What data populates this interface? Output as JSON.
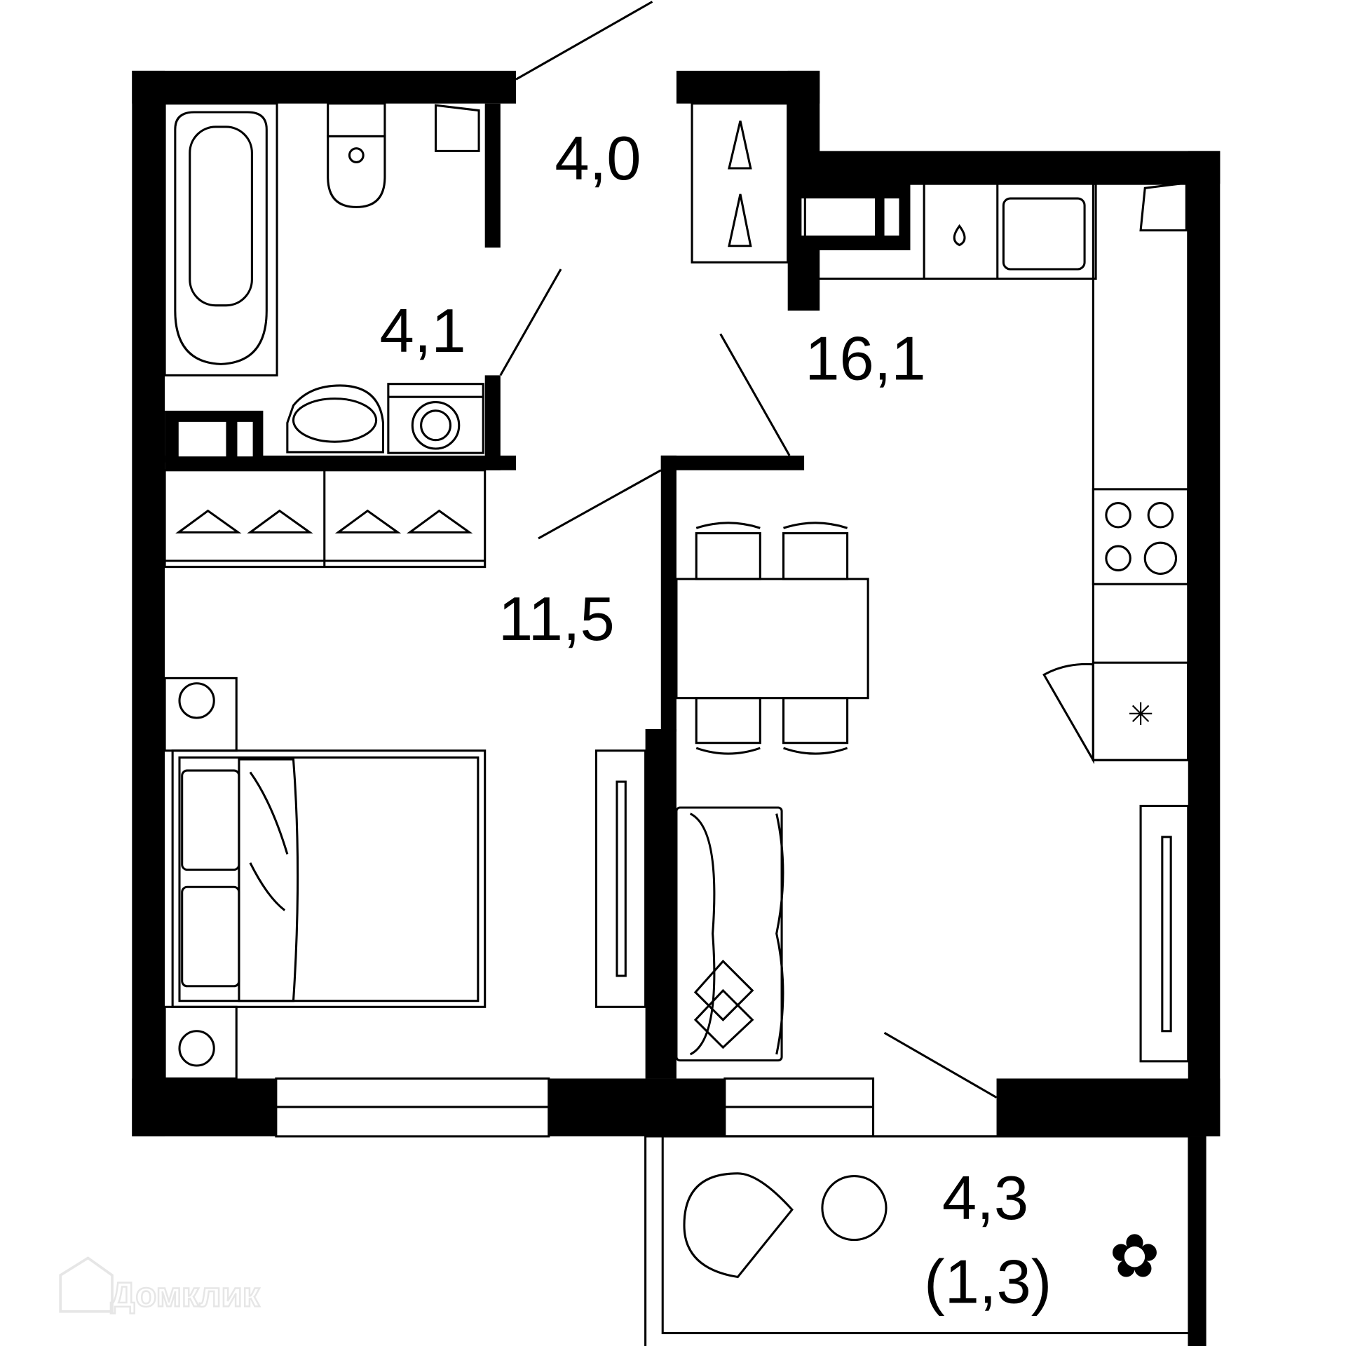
{
  "plan": {
    "rooms": [
      {
        "id": "bathroom",
        "area": "4,1"
      },
      {
        "id": "hallway",
        "area": "4,0"
      },
      {
        "id": "kitchen-living",
        "area": "16,1"
      },
      {
        "id": "bedroom",
        "area": "11,5"
      },
      {
        "id": "balcony",
        "area": "4,3",
        "reduced_area": "(1,3)"
      }
    ],
    "watermark": "Домклик",
    "colors": {
      "wall": "#000000",
      "background": "#ffffff"
    }
  }
}
